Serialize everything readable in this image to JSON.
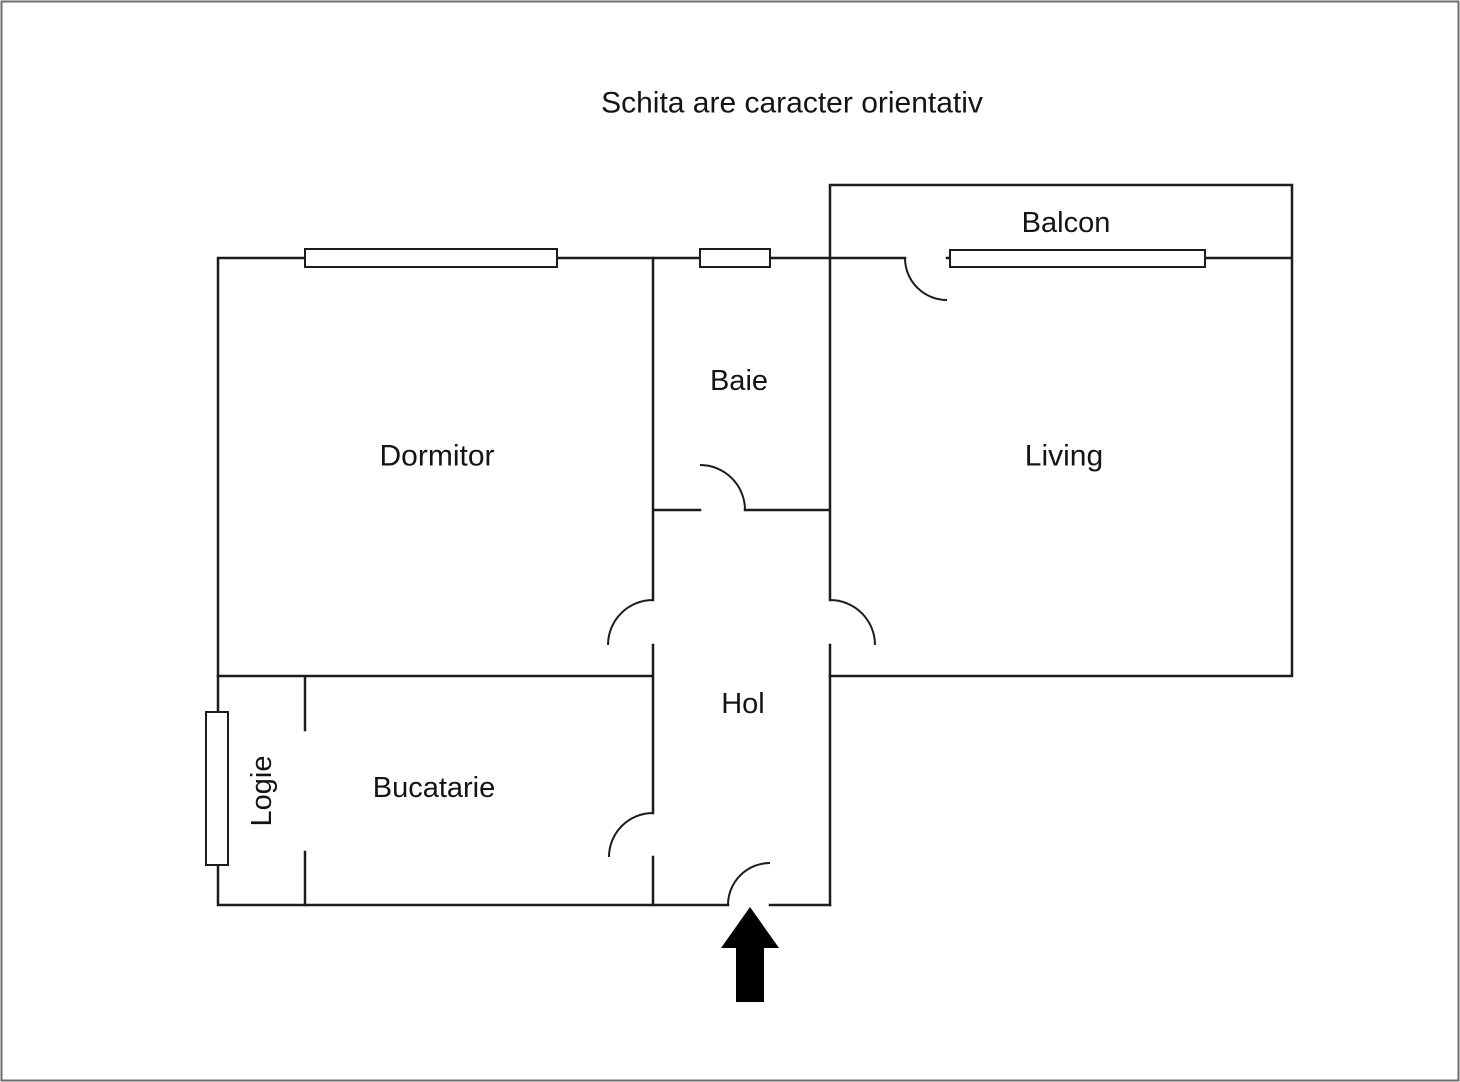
{
  "title": "Schita are caracter orientativ",
  "rooms": {
    "dormitor": {
      "label": "Dormitor"
    },
    "baie": {
      "label": "Baie"
    },
    "living": {
      "label": "Living"
    },
    "balcon": {
      "label": "Balcon"
    },
    "hol": {
      "label": "Hol"
    },
    "bucatarie": {
      "label": "Bucatarie"
    },
    "logie": {
      "label": "Logie"
    }
  },
  "colors": {
    "background": "#ffffff",
    "wall": "#1c1c1c",
    "arrow": "#000000",
    "border": "#6e6e6e"
  },
  "icons": {
    "entrance_arrow": "up-arrow"
  }
}
